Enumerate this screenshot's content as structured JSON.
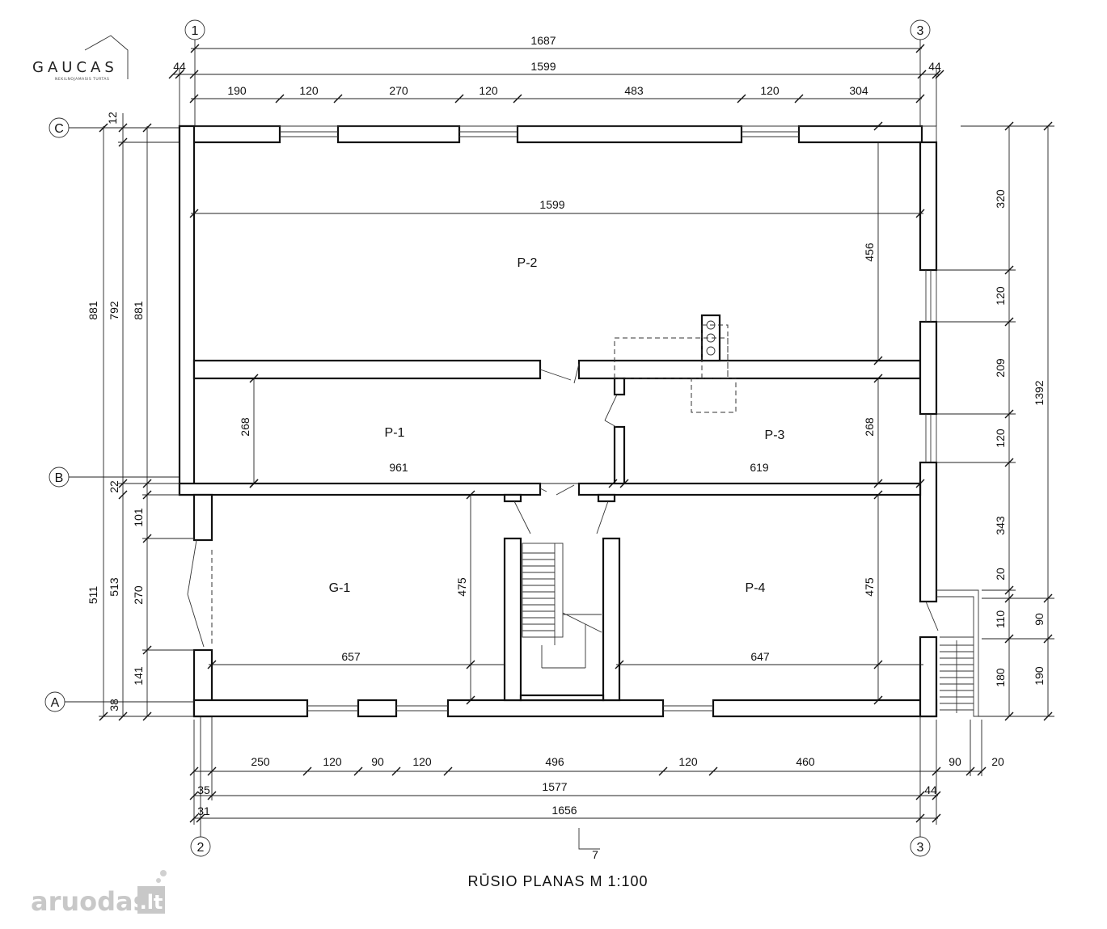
{
  "brand": {
    "name": "GAUCAS",
    "tagline": "NEKILNOJAMASIS TURTAS"
  },
  "watermark": {
    "name": "aruodas",
    "suffix": ".lt"
  },
  "title": "RŪSIO  PLANAS   M 1:100",
  "axes": {
    "a1": "1",
    "a2": "2",
    "a3_top": "3",
    "a3_bottom": "3",
    "aA": "A",
    "aB": "B",
    "aC": "C"
  },
  "rooms": {
    "p2": "P-2",
    "p1": "P-1",
    "p3": "P-3",
    "g1": "G-1",
    "p4": "P-4"
  },
  "dims": {
    "top_total": "1687",
    "top_inner": "1599",
    "top_left_44": "44",
    "top_right_44": "44",
    "top_seg": [
      "190",
      "120",
      "270",
      "120",
      "483",
      "120",
      "304"
    ],
    "p2_width": "1599",
    "p2_height": "456",
    "p1_height": "268",
    "p1_width": "961",
    "p3_height": "268",
    "p3_width": "619",
    "g1_height": "475",
    "g1_width": "657",
    "p4_height": "475",
    "p4_width": "647",
    "left_outer": [
      "881",
      "792",
      "881"
    ],
    "left_12": "12",
    "left_22": "22",
    "left_lower": [
      "511",
      "513"
    ],
    "left_lower_seg": [
      "101",
      "270",
      "141"
    ],
    "left_38": "38",
    "right_seg": [
      "320",
      "120",
      "209",
      "120",
      "343",
      "20",
      "110",
      "180"
    ],
    "right_outer": [
      "1392",
      "90",
      "190"
    ],
    "bottom_seg": [
      "250",
      "120",
      "90",
      "120",
      "496",
      "120",
      "460",
      "90",
      "20"
    ],
    "bottom_1577": "1577",
    "bottom_1656": "1656",
    "bottom_35": "35",
    "bottom_31": "31",
    "bottom_44": "44"
  }
}
